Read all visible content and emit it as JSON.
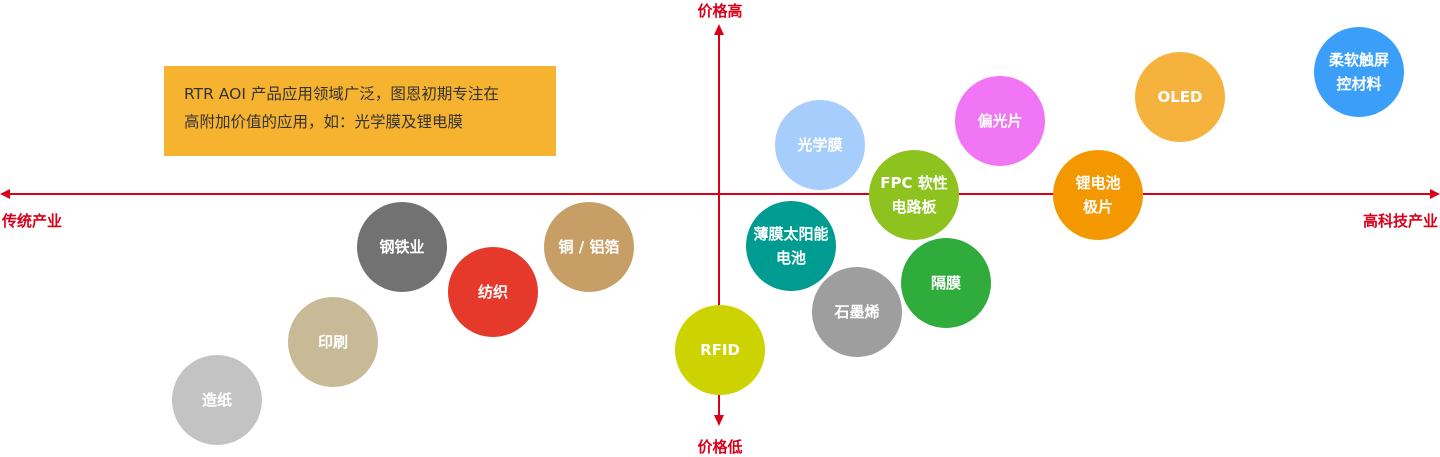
{
  "axes": {
    "top": "价格高",
    "bottom": "价格低",
    "left": "传统产业",
    "right": "高科技产业",
    "color": "#d9001b"
  },
  "note": {
    "line1": "RTR AOI 产品应用领域广泛，图恩初期专注在",
    "line2": "高附加价值的应用，如：光学膜及锂电膜",
    "background": "#f6b32f"
  },
  "bubbles": [
    {
      "id": "paper",
      "label": "造纸",
      "color": "#c3c3c3"
    },
    {
      "id": "printing",
      "label": "印刷",
      "color": "#c8b997"
    },
    {
      "id": "steel",
      "label": "钢铁业",
      "color": "#727272"
    },
    {
      "id": "textile",
      "label": "纺织",
      "color": "#e5392b"
    },
    {
      "id": "copper-foil",
      "label": "铜 / 铝箔",
      "color": "#c79f66"
    },
    {
      "id": "rfid",
      "label": "RFID",
      "color": "#cdd300"
    },
    {
      "id": "thin-film-solar",
      "label": "薄膜太阳能\n电池",
      "color": "#009b91"
    },
    {
      "id": "optical-film",
      "label": "光学膜",
      "color": "#a6cdfb"
    },
    {
      "id": "graphene",
      "label": "石墨烯",
      "color": "#9e9e9e"
    },
    {
      "id": "fpc",
      "label": "FPC 软性\n电路板",
      "color": "#8dc21f"
    },
    {
      "id": "separator",
      "label": "隔膜",
      "color": "#2fac3b"
    },
    {
      "id": "polarizer",
      "label": "偏光片",
      "color": "#f176f6"
    },
    {
      "id": "battery-electrode",
      "label": "锂电池\n极片",
      "color": "#f39800"
    },
    {
      "id": "oled",
      "label": "OLED",
      "color": "#f5b23c"
    },
    {
      "id": "flexible-touch",
      "label": "柔软触屏\n控材料",
      "color": "#3b9ffa"
    }
  ]
}
